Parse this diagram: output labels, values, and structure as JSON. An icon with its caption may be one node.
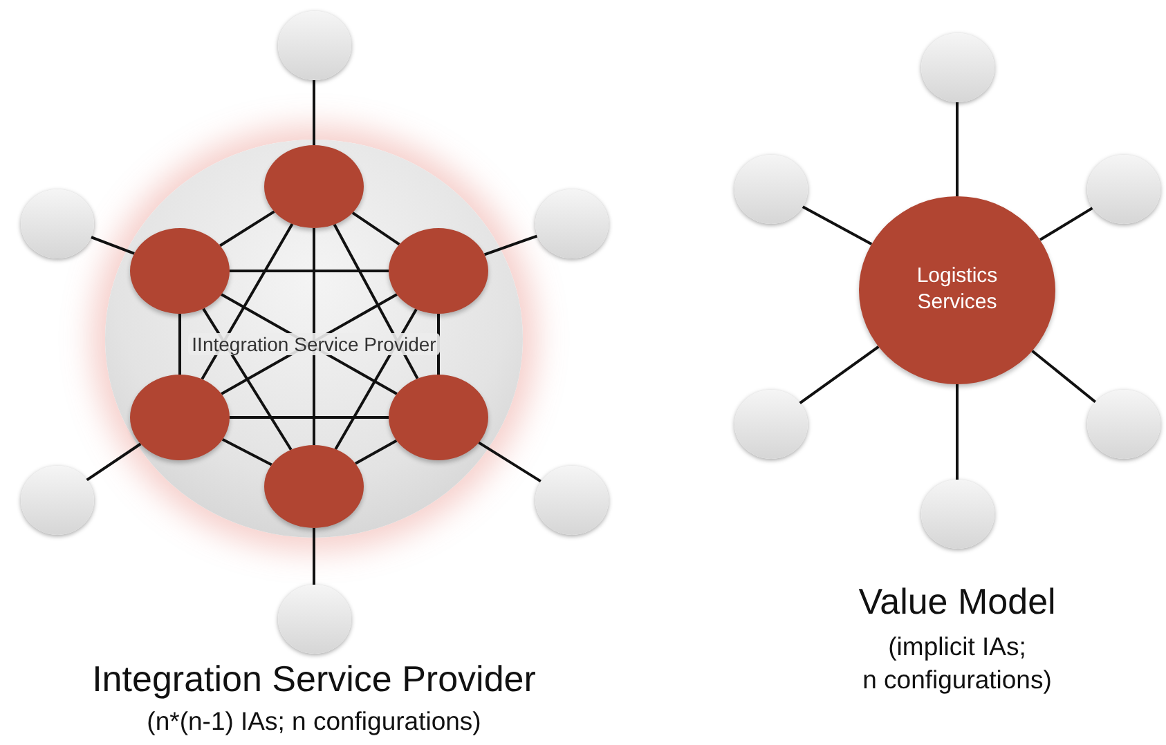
{
  "diagram": {
    "nodes": [
      {
        "text": [
          "IIntegration Service Provider"
        ]
      },
      {
        "text": [],
        "shape": "circle",
        "in": 0
      },
      {
        "text": [],
        "shape": "circle",
        "in": 0
      },
      {
        "text": [],
        "shape": "circle",
        "in": 0
      },
      {
        "text": [],
        "shape": "circle",
        "in": 0
      },
      {
        "text": [],
        "shape": "circle",
        "in": 0
      },
      {
        "text": [],
        "shape": "circle",
        "in": 0
      },
      {
        "text": [],
        "shape": "circle"
      },
      {
        "text": [],
        "shape": "circle"
      },
      {
        "text": [],
        "shape": "circle"
      },
      {
        "text": [],
        "shape": "circle"
      },
      {
        "text": [],
        "shape": "circle"
      },
      {
        "text": [],
        "shape": "circle"
      },
      {
        "text": [
          "Logistics Services"
        ]
      },
      {
        "text": [],
        "shape": "circle"
      },
      {
        "text": [],
        "shape": "circle"
      },
      {
        "text": [],
        "shape": "circle"
      },
      {
        "text": [],
        "shape": "circle"
      },
      {
        "text": [],
        "shape": "circle"
      },
      {
        "text": [],
        "shape": "circle"
      }
    ],
    "edges": [
      {
        "from": 1,
        "to": 2,
        "arrow": "none"
      },
      {
        "from": 1,
        "to": 3,
        "arrow": "none"
      },
      {
        "from": 1,
        "to": 4,
        "arrow": "none"
      },
      {
        "from": 1,
        "to": 5,
        "arrow": "none"
      },
      {
        "from": 1,
        "to": 6,
        "arrow": "none"
      },
      {
        "from": 2,
        "to": 3,
        "arrow": "none"
      },
      {
        "from": 2,
        "to": 4,
        "arrow": "none"
      },
      {
        "from": 2,
        "to": 5,
        "arrow": "none"
      },
      {
        "from": 2,
        "to": 6,
        "arrow": "none"
      },
      {
        "from": 3,
        "to": 4,
        "arrow": "none"
      },
      {
        "from": 3,
        "to": 5,
        "arrow": "none"
      },
      {
        "from": 3,
        "to": 6,
        "arrow": "none"
      },
      {
        "from": 4,
        "to": 5,
        "arrow": "none"
      },
      {
        "from": 4,
        "to": 6,
        "arrow": "none"
      },
      {
        "from": 5,
        "to": 6,
        "arrow": "none"
      },
      {
        "from": 7,
        "to": 1,
        "arrow": "none"
      },
      {
        "from": 8,
        "to": 2,
        "arrow": "none"
      },
      {
        "from": 9,
        "to": 3,
        "arrow": "none"
      },
      {
        "from": 10,
        "to": 4,
        "arrow": "none"
      },
      {
        "from": 11,
        "to": 5,
        "arrow": "none"
      },
      {
        "from": 12,
        "to": 6,
        "arrow": "none"
      },
      {
        "from": 14,
        "to": 13,
        "arrow": "none"
      },
      {
        "from": 15,
        "to": 13,
        "arrow": "none"
      },
      {
        "from": 16,
        "to": 13,
        "arrow": "none"
      },
      {
        "from": 17,
        "to": 13,
        "arrow": "none"
      },
      {
        "from": 18,
        "to": 13,
        "arrow": "none"
      },
      {
        "from": 19,
        "to": 13,
        "arrow": "none"
      }
    ],
    "labels": [
      "Value Model",
      "(implicit IAs; n configurations)",
      "Integration Service Provider",
      "(n*(n-1) IAs; n configurations)"
    ]
  }
}
